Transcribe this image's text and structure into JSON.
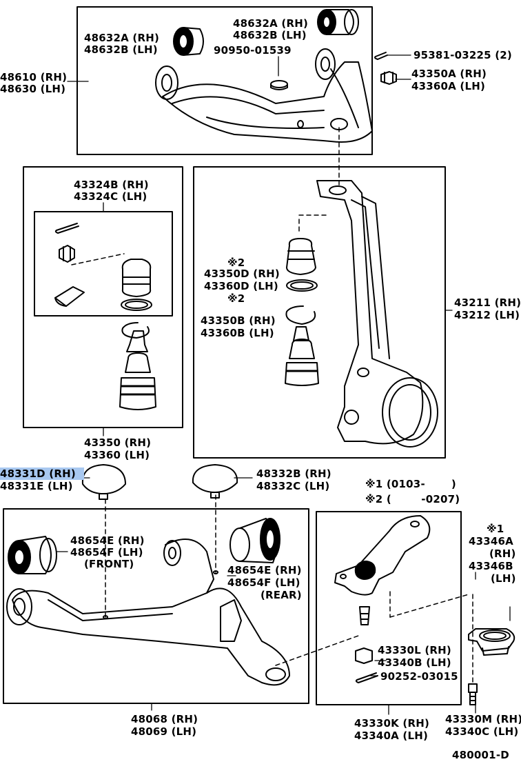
{
  "diagram": {
    "drawing_code": "480001-D",
    "highlighted_part": "48331D (RH)",
    "labels": {
      "p48632_left_rh": "48632A (RH)",
      "p48632_left_lh": "48632B (LH)",
      "p48632_top_rh": "48632A (RH)",
      "p48632_top_lh": "48632B (LH)",
      "p90950": "90950-01539",
      "p95381": "95381-03225 (2)",
      "p48610": "48610 (RH)",
      "p48630": "48630 (LH)",
      "p43350a": "43350A (RH)",
      "p43360a": "43360A (LH)",
      "p43324b": "43324B (RH)",
      "p43324c": "43324C (LH)",
      "mark2a": "※2",
      "p43350d": "43350D (RH)",
      "p43360d": "43360D (LH)",
      "mark2b": "※2",
      "p43350b": "43350B (RH)",
      "p43360b": "43360B (LH)",
      "p43211": "43211 (RH)",
      "p43212": "43212 (LH)",
      "p43350": "43350 (RH)",
      "p43360": "43360 (LH)",
      "p48331d": "48331D (RH)",
      "p48331e": "48331E (LH)",
      "p48332b": "48332B (RH)",
      "p48332c": "48332C (LH)",
      "note1": "※1 (0103-       )",
      "note2": "※2 (        -0207)",
      "p48654e_front": "48654E (RH)",
      "p48654f_front": "48654F (LH)",
      "front": "(FRONT)",
      "p48654e_rear": "48654E (RH)",
      "p48654f_rear": "48654F (LH)",
      "rear": "(REAR)",
      "mark1": "※1",
      "p43346a": "43346A",
      "rh_a": "(RH)",
      "p43346b": "43346B",
      "lh_b": "(LH)",
      "p43330l": "43330L (RH)",
      "p43340b": "43340B (LH)",
      "p90252": "90252-03015",
      "p48068": "48068 (RH)",
      "p48069": "48069 (LH)",
      "p43330k": "43330K (RH)",
      "p43340a": "43340A (LH)",
      "p43330m": "43330M (RH)",
      "p43340c": "43340C (LH)"
    }
  }
}
